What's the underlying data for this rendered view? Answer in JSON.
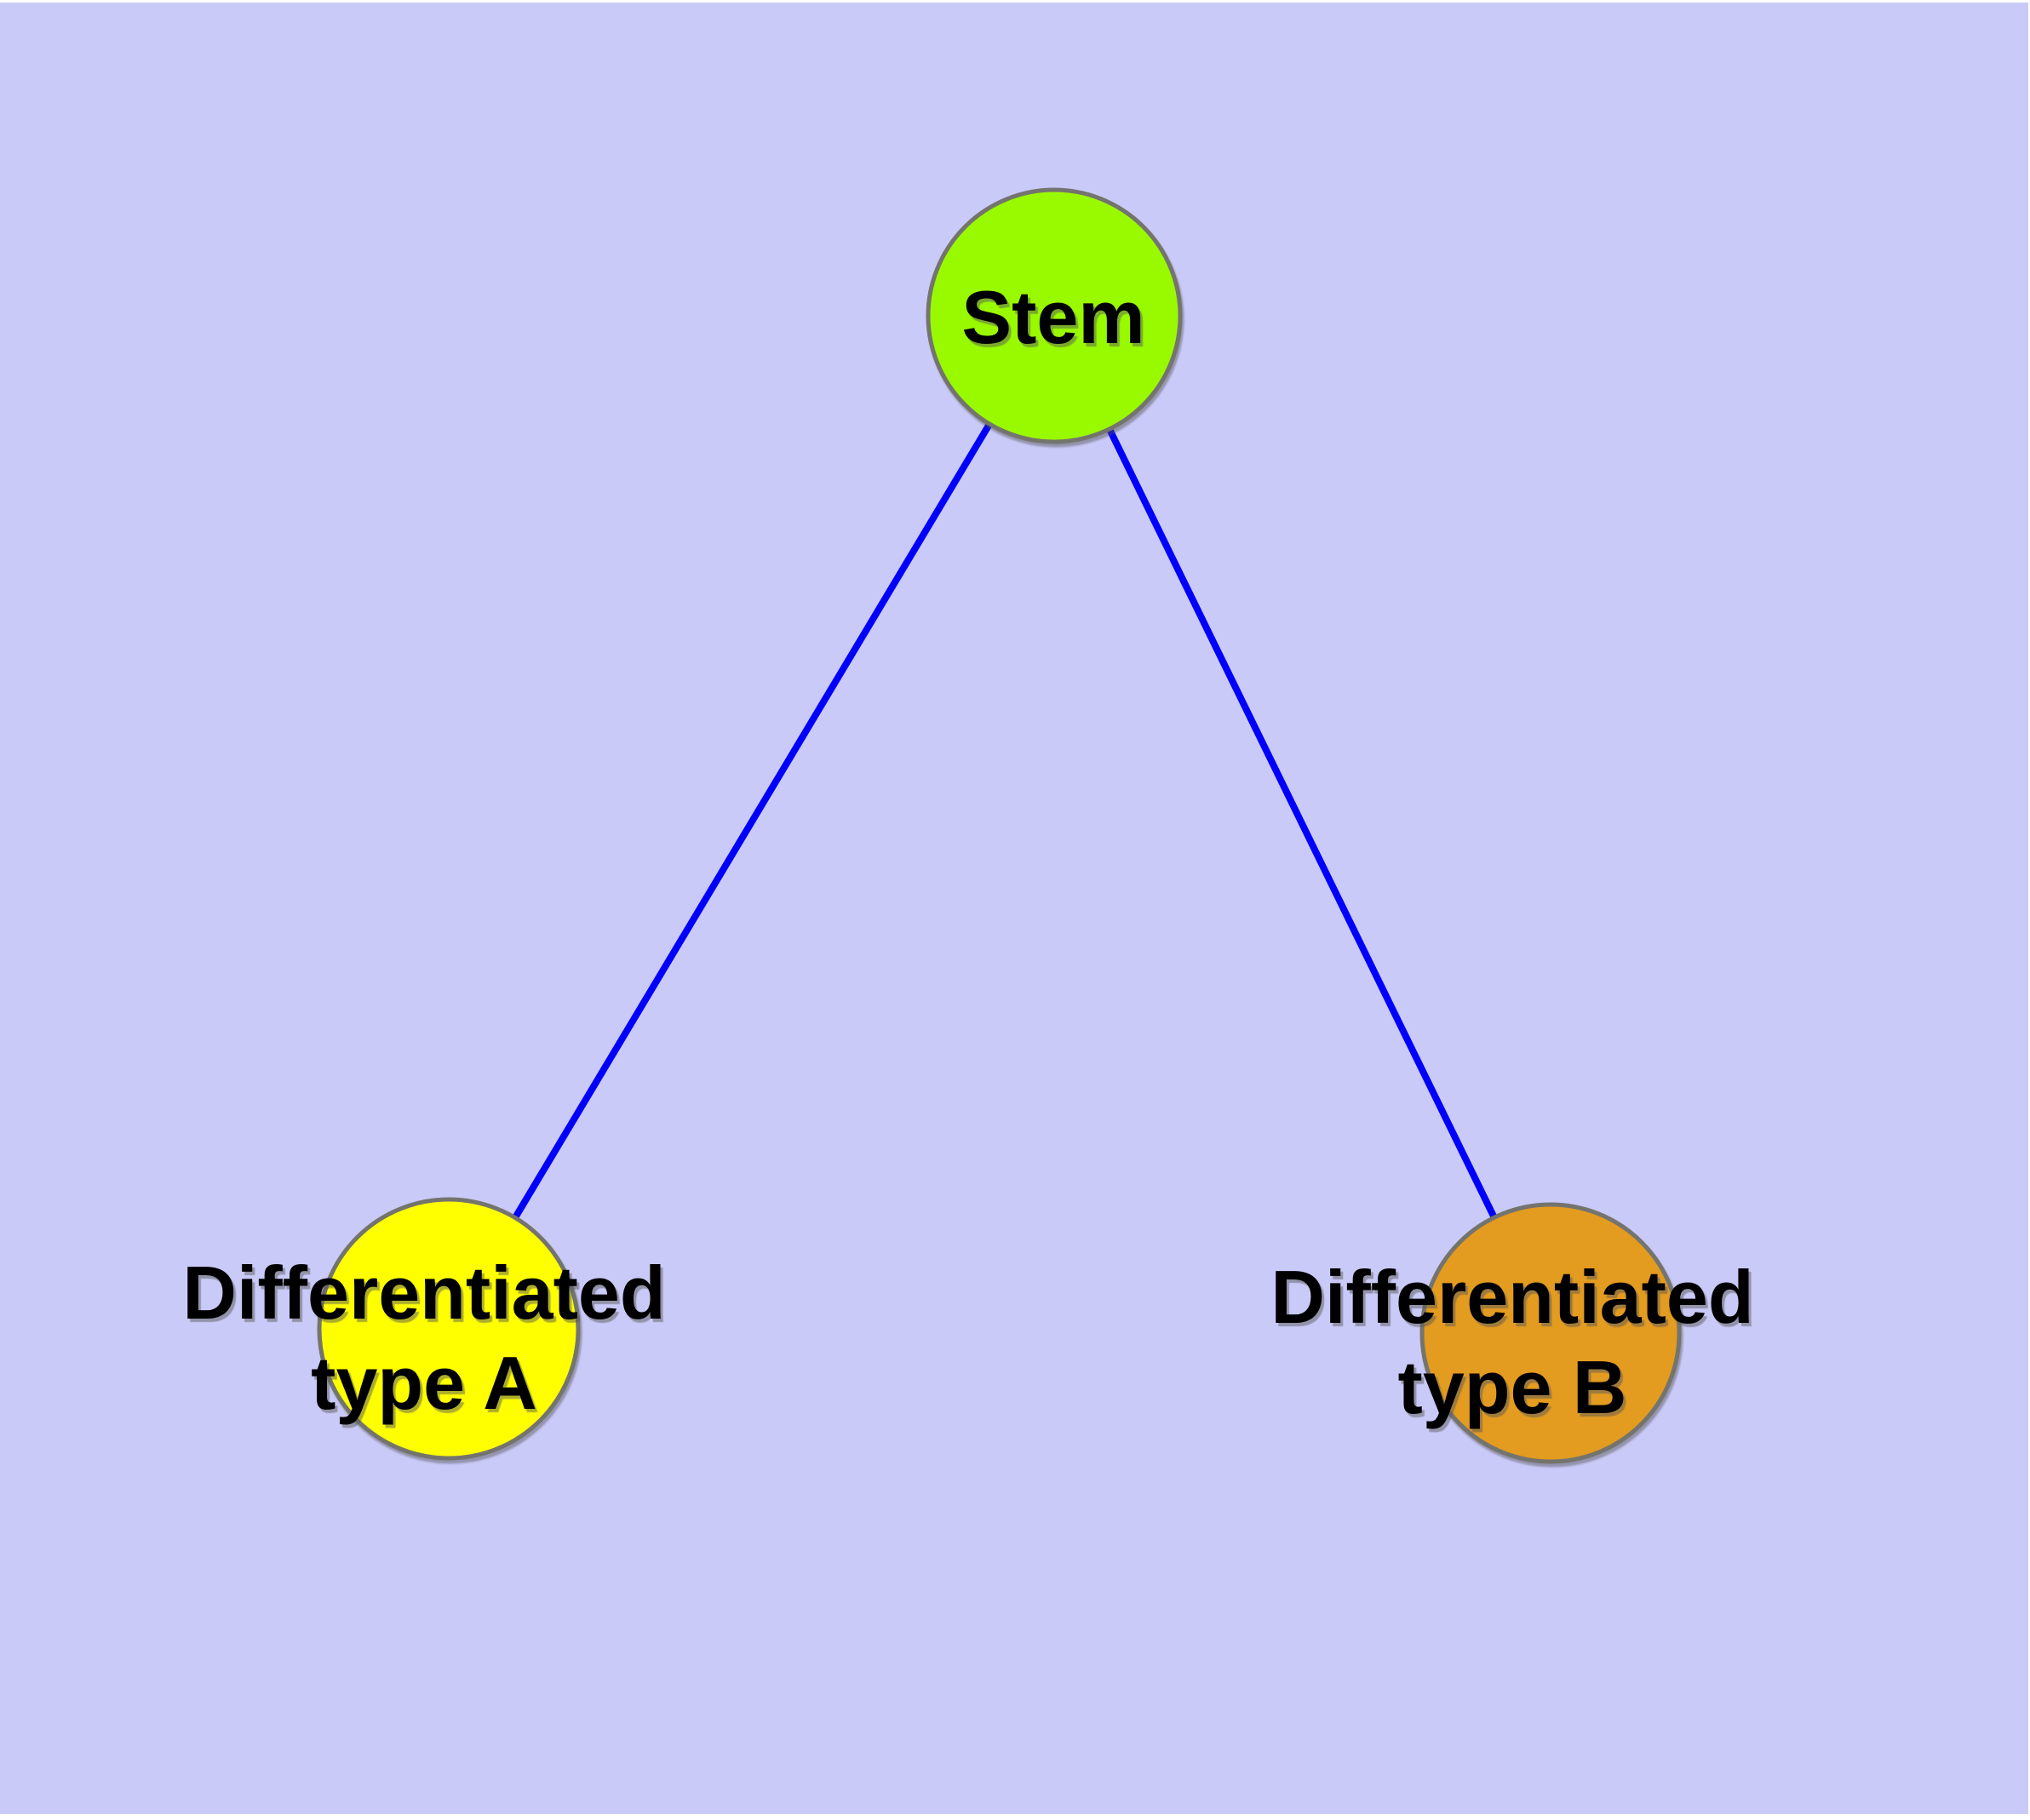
{
  "canvas": {
    "background_color": "#cacaf8",
    "frame_color": "#ffffff",
    "node_border_color": "#74746e",
    "text_color": "#000000"
  },
  "nodes": [
    {
      "id": "stem",
      "lines": [
        "Stem"
      ],
      "fill": "#99fa00"
    },
    {
      "id": "differentiated-type-a",
      "lines": [
        "Differentiated",
        "type A"
      ],
      "fill": "#ffff00"
    },
    {
      "id": "differentiated-type-b",
      "lines": [
        "Differentiated",
        "type B"
      ],
      "fill": "#e39b20"
    }
  ],
  "edges": [
    {
      "id": "stem-to-type-a",
      "from": "stem",
      "to": "differentiated-type-a",
      "color": "#0000fa"
    },
    {
      "id": "stem-to-type-b",
      "from": "stem",
      "to": "differentiated-type-b",
      "color": "#0000fa"
    }
  ]
}
